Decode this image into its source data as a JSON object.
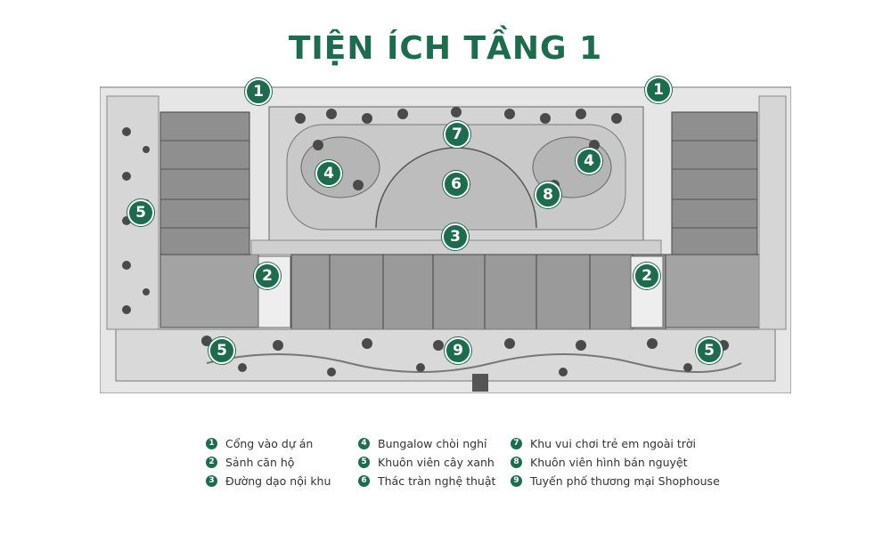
{
  "title": "TIỆN ÍCH TẦNG 1",
  "markers": [
    {
      "num": "1"
    },
    {
      "num": "1"
    },
    {
      "num": "2"
    },
    {
      "num": "2"
    },
    {
      "num": "3"
    },
    {
      "num": "4"
    },
    {
      "num": "4"
    },
    {
      "num": "5"
    },
    {
      "num": "5"
    },
    {
      "num": "5"
    },
    {
      "num": "6"
    },
    {
      "num": "7"
    },
    {
      "num": "8"
    },
    {
      "num": "9"
    }
  ],
  "legend": [
    {
      "num": "1",
      "label": "Cổng vào dự án"
    },
    {
      "num": "2",
      "label": "Sảnh căn hộ"
    },
    {
      "num": "3",
      "label": "Đường dạo nội khu"
    },
    {
      "num": "4",
      "label": "Bungalow chòi nghỉ"
    },
    {
      "num": "5",
      "label": "Khuôn viên cây xanh"
    },
    {
      "num": "6",
      "label": "Thác tràn nghệ thuật"
    },
    {
      "num": "7",
      "label": "Khu vui chơi trẻ em ngoài trời"
    },
    {
      "num": "8",
      "label": "Khuôn viên hình bán nguyệt"
    },
    {
      "num": "9",
      "label": "Tuyến phố thương mại Shophouse"
    }
  ],
  "colors": {
    "accent": "#1f6b4e",
    "unit_fill": "#8a8a8a",
    "landscape": "#d9d9d9"
  }
}
